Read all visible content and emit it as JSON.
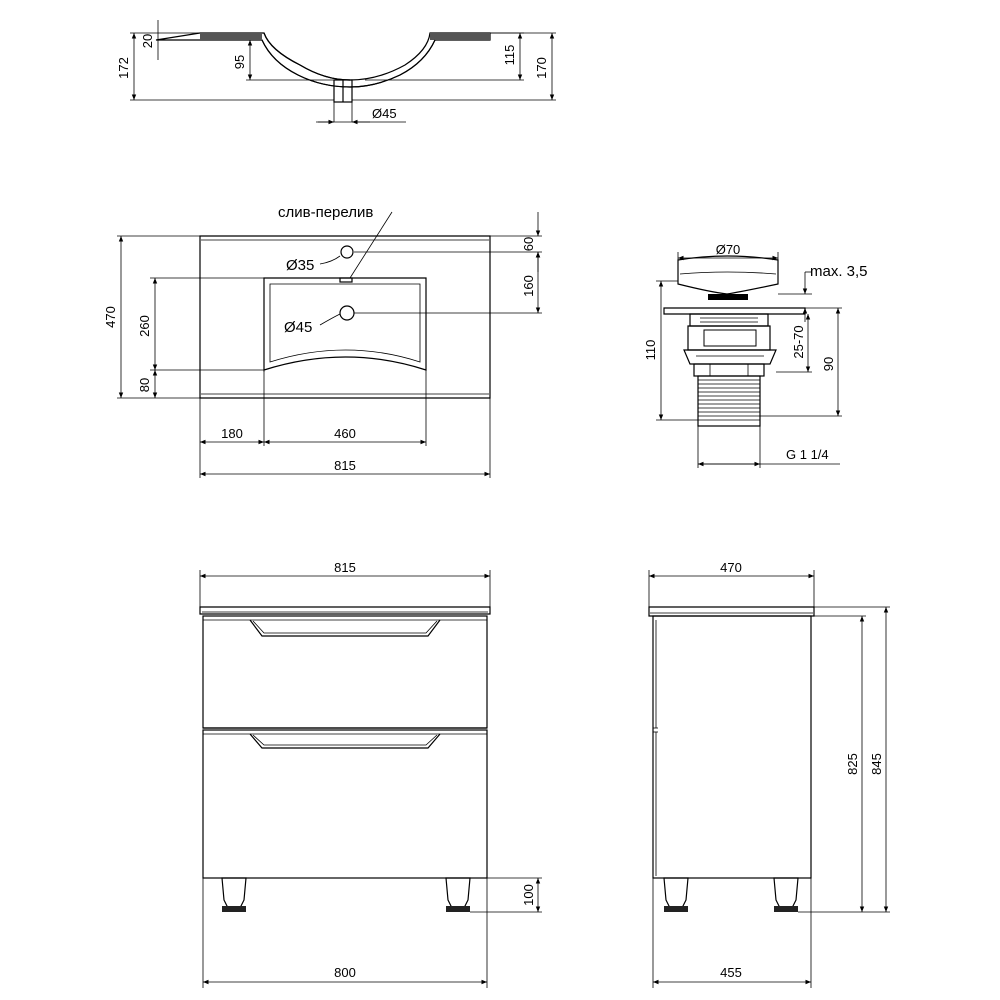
{
  "drawing": {
    "labels": {
      "overflow": "слив-перелив",
      "max_gap": "max. 3,5",
      "thread": "G 1 1/4"
    },
    "profile_dims": {
      "d172": "172",
      "d20": "20",
      "d95": "95",
      "d115": "115",
      "d170": "170",
      "d45": "Ø45"
    },
    "top_dims": {
      "d470": "470",
      "d260": "260",
      "d80": "80",
      "d60": "60",
      "d160": "160",
      "d35": "Ø35",
      "d45": "Ø45",
      "d180": "180",
      "d460": "460",
      "d815": "815"
    },
    "drain_dims": {
      "d70": "Ø70",
      "d110": "110",
      "d2570": "25-70",
      "d90": "90"
    },
    "front_dims": {
      "d815": "815",
      "d100": "100",
      "d800": "800"
    },
    "side_dims": {
      "d470": "470",
      "d825": "825",
      "d845": "845",
      "d455": "455"
    }
  }
}
